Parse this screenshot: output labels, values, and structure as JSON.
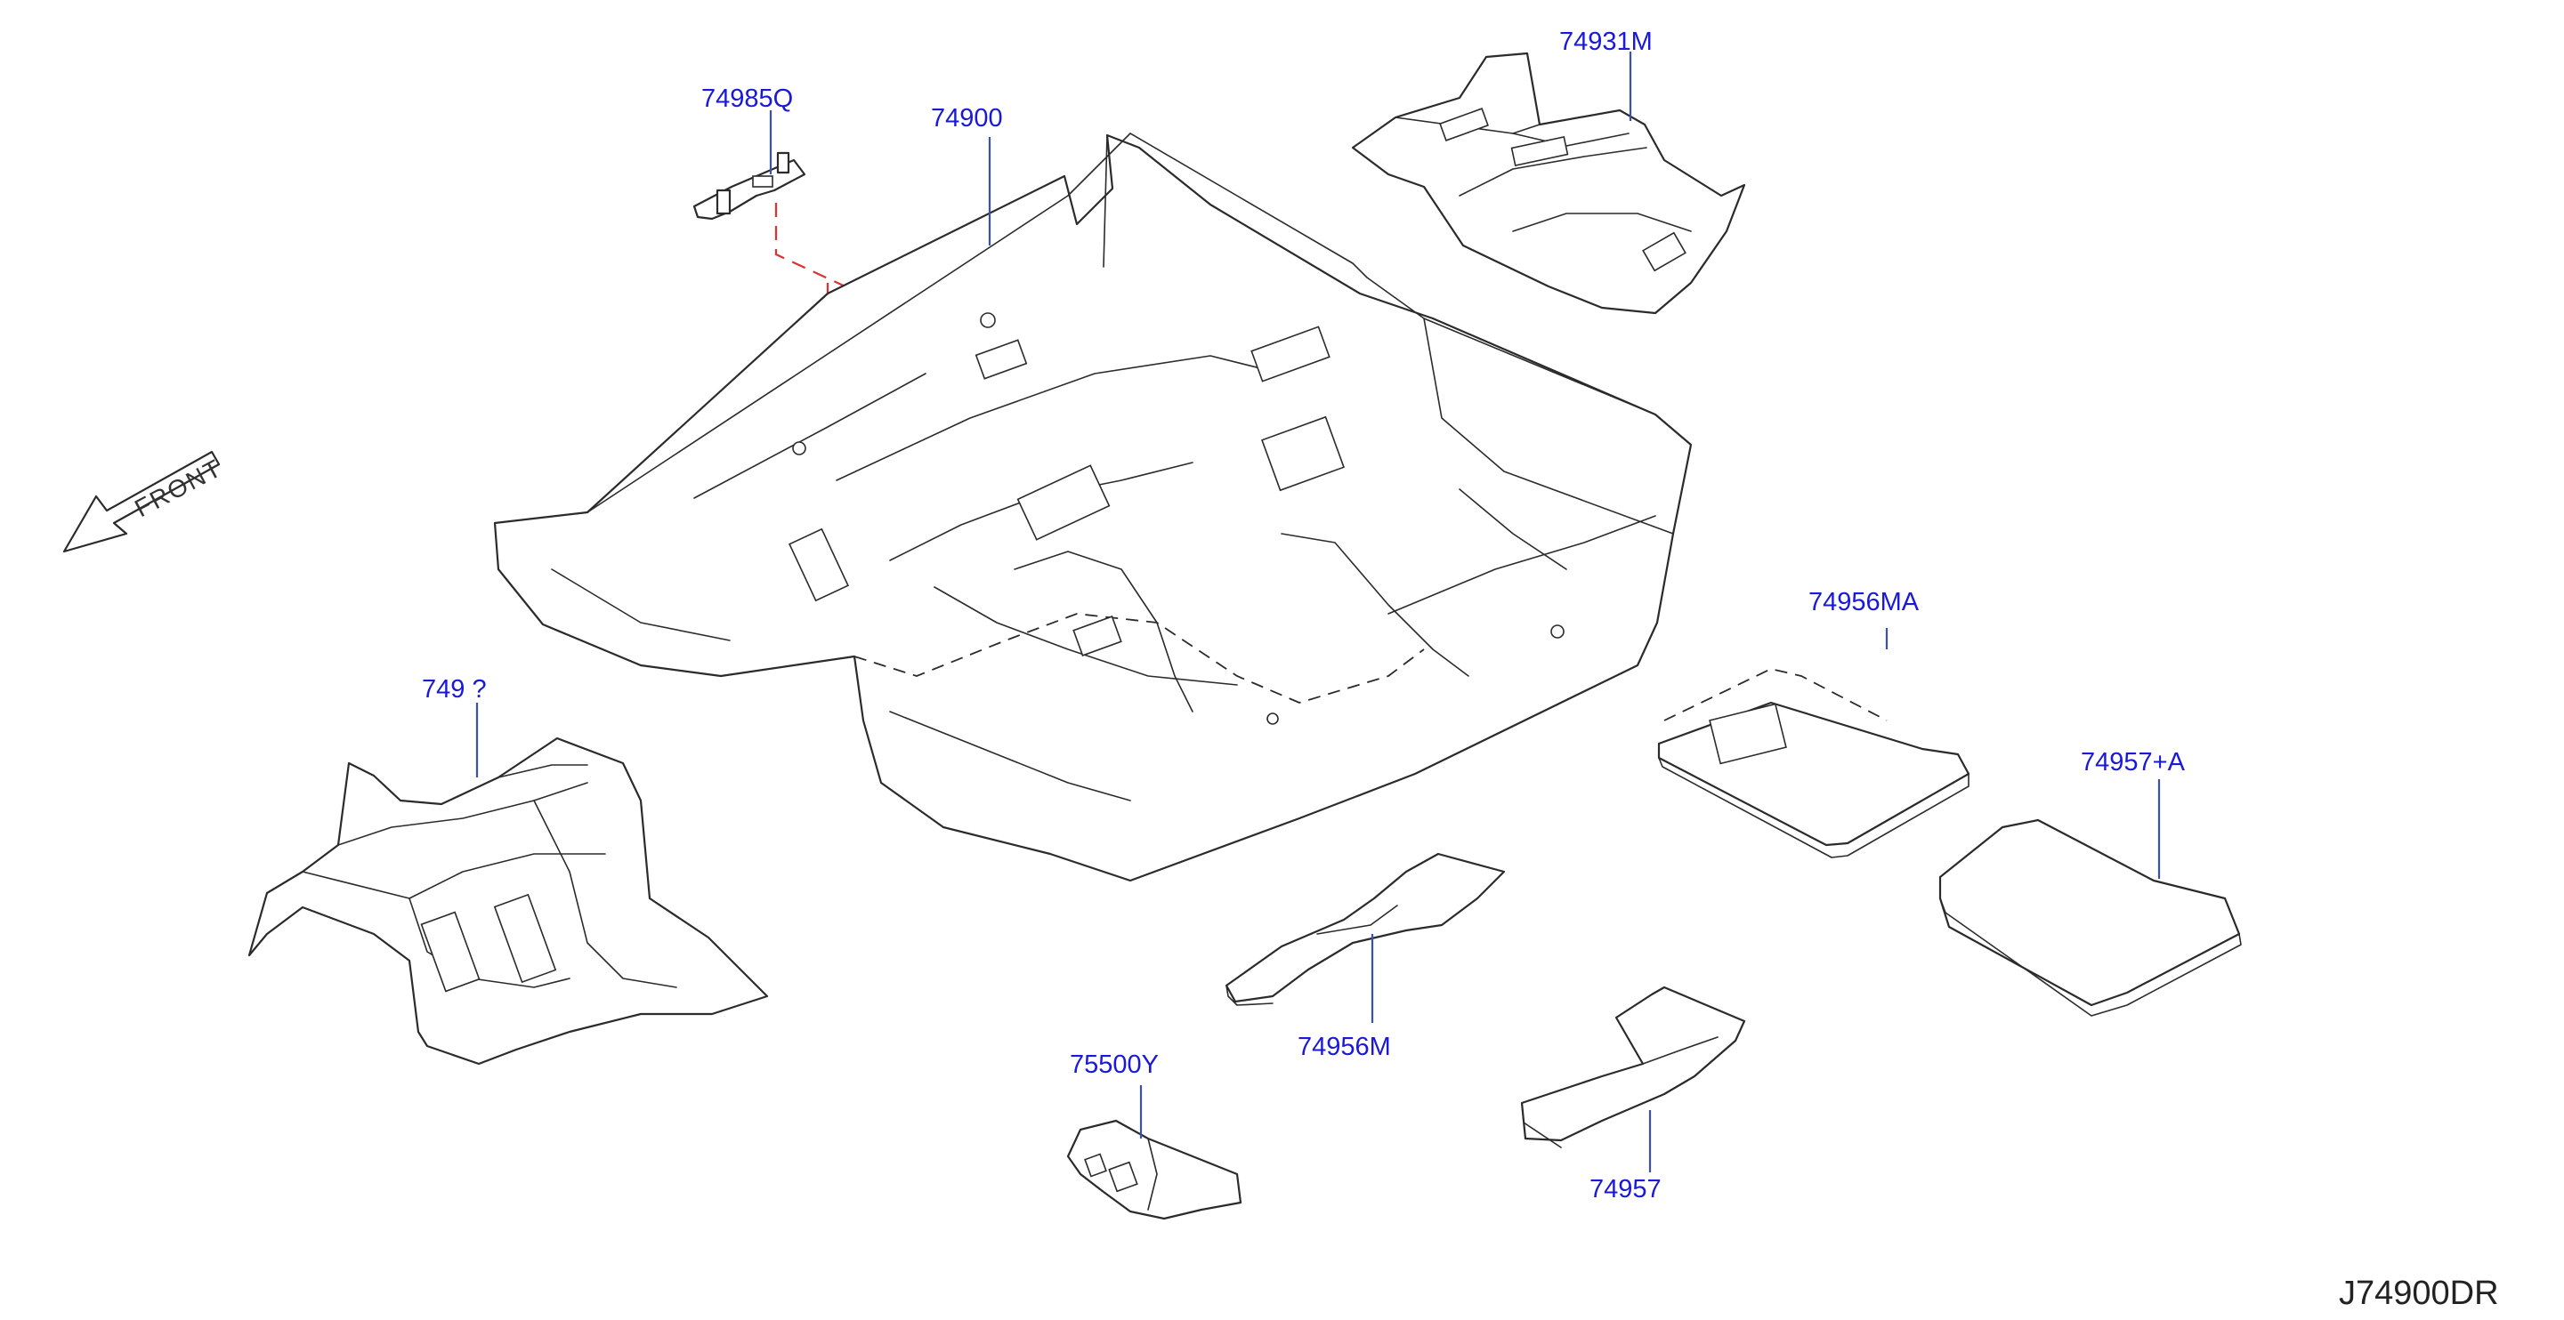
{
  "diagram_id": "J74900DR",
  "front_label": "FRONT",
  "parts": {
    "p74985Q": "74985Q",
    "p74900": "74900",
    "p74931M": "74931M",
    "p749x2": "749 ?",
    "p74956MA": "74956MA",
    "p74957A": "74957+A",
    "p74956M": "74956M",
    "p75500Y": "75500Y",
    "p74957": "74957"
  },
  "colors": {
    "label": "#1a1ad6",
    "leader": "#3b4fb0",
    "fastener_dash": "#e03030",
    "outline": "#2b2b2b"
  }
}
